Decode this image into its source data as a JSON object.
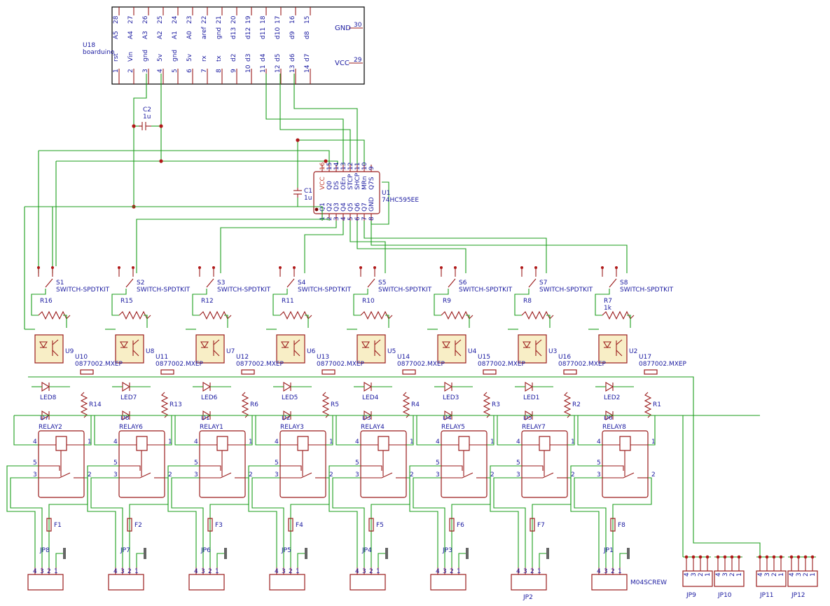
{
  "mcu": {
    "ref": "U18",
    "value": "boarduino",
    "top_pins": [
      {
        "num": "28",
        "name": "A5"
      },
      {
        "num": "27",
        "name": "A4"
      },
      {
        "num": "26",
        "name": "A3"
      },
      {
        "num": "25",
        "name": "A2"
      },
      {
        "num": "24",
        "name": "A1"
      },
      {
        "num": "23",
        "name": "A0"
      },
      {
        "num": "22",
        "name": "aref"
      },
      {
        "num": "21",
        "name": "gnd"
      },
      {
        "num": "20",
        "name": "d13"
      },
      {
        "num": "19",
        "name": "d12"
      },
      {
        "num": "18",
        "name": "d11"
      },
      {
        "num": "17",
        "name": "d10"
      },
      {
        "num": "16",
        "name": "d9"
      },
      {
        "num": "15",
        "name": "d8"
      }
    ],
    "bottom_pins": [
      {
        "num": "1",
        "name": "rst"
      },
      {
        "num": "2",
        "name": "Vin"
      },
      {
        "num": "3",
        "name": "gnd"
      },
      {
        "num": "4",
        "name": "5v"
      },
      {
        "num": "5",
        "name": "gnd"
      },
      {
        "num": "6",
        "name": "5v"
      },
      {
        "num": "7",
        "name": "rx"
      },
      {
        "num": "8",
        "name": "tx"
      },
      {
        "num": "9",
        "name": "d2"
      },
      {
        "num": "10",
        "name": "d3"
      },
      {
        "num": "11",
        "name": "d4"
      },
      {
        "num": "12",
        "name": "d5"
      },
      {
        "num": "13",
        "name": "d6"
      },
      {
        "num": "14",
        "name": "d7"
      }
    ],
    "right_pins": [
      {
        "num": "30",
        "name": "GND"
      },
      {
        "num": "29",
        "name": "VCC"
      }
    ]
  },
  "c2": {
    "ref": "C2",
    "value": "1u"
  },
  "c1": {
    "ref": "C1",
    "value": "1u"
  },
  "shift": {
    "ref": "U1",
    "value": "74HC595EE",
    "top_names": [
      "VCC",
      "Q0",
      "DS",
      "OEn",
      "STCP",
      "SHCP",
      "MRn",
      "Q7S"
    ],
    "top_nums": [
      "16",
      "15",
      "14",
      "13",
      "12",
      "11",
      "10",
      "9"
    ],
    "bottom_names": [
      "Q1",
      "Q2",
      "Q3",
      "Q4",
      "Q5",
      "Q6",
      "Q7",
      "GND"
    ],
    "bottom_nums": [
      "1",
      "2",
      "3",
      "4",
      "5",
      "6",
      "7",
      "8"
    ]
  },
  "channels": [
    {
      "sw": "S1",
      "r_in": "R16",
      "r_in_val": "",
      "opto": "U9",
      "led": "LED8",
      "r_led": "R14",
      "diode": "D7",
      "relay": "RELAY2",
      "fuse": "F1",
      "jp": "JP8",
      "jp_label_below": false,
      "jp_value": ""
    },
    {
      "sw": "S2",
      "r_in": "R15",
      "r_in_val": "",
      "opto": "U8",
      "led": "LED7",
      "r_led": "R13",
      "diode": "D8",
      "relay": "RELAY6",
      "fuse": "F2",
      "jp": "JP7",
      "jp_label_below": false,
      "jp_value": ""
    },
    {
      "sw": "S3",
      "r_in": "R12",
      "r_in_val": "",
      "opto": "U7",
      "led": "LED6",
      "r_led": "R6",
      "diode": "D1",
      "relay": "RELAY1",
      "fuse": "F3",
      "jp": "JP6",
      "jp_label_below": false,
      "jp_value": ""
    },
    {
      "sw": "S4",
      "r_in": "R11",
      "r_in_val": "",
      "opto": "U6",
      "led": "LED5",
      "r_led": "R5",
      "diode": "D2",
      "relay": "RELAY3",
      "fuse": "F4",
      "jp": "JP5",
      "jp_label_below": false,
      "jp_value": ""
    },
    {
      "sw": "S5",
      "r_in": "R10",
      "r_in_val": "",
      "opto": "U5",
      "led": "LED4",
      "r_led": "R4",
      "diode": "D3",
      "relay": "RELAY4",
      "fuse": "F5",
      "jp": "JP4",
      "jp_label_below": false,
      "jp_value": ""
    },
    {
      "sw": "S6",
      "r_in": "R9",
      "r_in_val": "",
      "opto": "U4",
      "led": "LED3",
      "r_led": "R3",
      "diode": "D4",
      "relay": "RELAY5",
      "fuse": "F6",
      "jp": "JP3",
      "jp_label_below": false,
      "jp_value": ""
    },
    {
      "sw": "S7",
      "r_in": "R8",
      "r_in_val": "",
      "opto": "U3",
      "led": "LED1",
      "r_led": "R2",
      "diode": "D5",
      "relay": "RELAY7",
      "fuse": "F7",
      "jp": "JP2",
      "jp_label_below": true,
      "jp_value": ""
    },
    {
      "sw": "S8",
      "r_in": "R7",
      "r_in_val": "1k",
      "opto": "U2",
      "led": "LED2",
      "r_led": "R1",
      "diode": "D6",
      "relay": "RELAY8",
      "fuse": "F8",
      "jp": "JP1",
      "jp_label_below": false,
      "jp_value": "M04SCREW"
    }
  ],
  "switch_value": "SWITCH-SPDTKIT",
  "u_series": [
    {
      "ref": "U10",
      "value": "0877002.MXEP"
    },
    {
      "ref": "U11",
      "value": "0877002.MXEP"
    },
    {
      "ref": "U12",
      "value": "0877002.MXEP"
    },
    {
      "ref": "U13",
      "value": "0877002.MXEP"
    },
    {
      "ref": "U14",
      "value": "0877002.MXEP"
    },
    {
      "ref": "U15",
      "value": "0877002.MXEP"
    },
    {
      "ref": "U16",
      "value": "0877002.MXEP"
    },
    {
      "ref": "U17",
      "value": "0877002.MXEP"
    }
  ],
  "relay_pins": {
    "p1": "1",
    "p2": "2",
    "p3": "3",
    "p4": "4",
    "p5": "5"
  },
  "terminal_pins": [
    "4",
    "3",
    "2",
    "1"
  ],
  "extra_jp": [
    "JP9",
    "JP10",
    "JP11",
    "JP12"
  ]
}
